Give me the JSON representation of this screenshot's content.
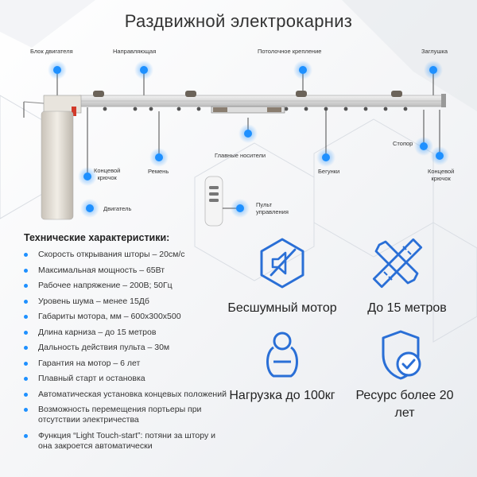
{
  "title": "Раздвижной электрокарниз",
  "labels": {
    "motor_block": "Блок двигателя",
    "rail": "Направляющая",
    "ceiling_mount": "Потолочное крепление",
    "end_cap": "Заглушка",
    "end_hook_left": "Концевой\nкрючок",
    "belt": "Ремень",
    "main_carriers": "Главные носители",
    "runners": "Бегунки",
    "stopper": "Стопор",
    "end_hook_right": "Концевой\nкрючок",
    "motor": "Двигатель",
    "remote": "Пульт\nуправления"
  },
  "specs_title": "Технические характеристики:",
  "specs": [
    "Скорость открывания шторы – 20см/с",
    "Максимальная мощность – 65Вт",
    "Рабочее напряжение – 200В; 50Гц",
    "Уровень шума – менее 15Дб",
    "Габариты мотора, мм – 600х300х500",
    "Длина карниза – до 15 метров",
    "Дальность действия пульта – 30м",
    "Гарантия на мотор – 6 лет",
    "Плавный старт и остановка",
    "Автоматическая установка концевых положений",
    "Возможность перемещения портьеры при отсутствии электричества",
    "Функция “Light Touch-start”: потяни за штору и она закроется автоматически"
  ],
  "features": {
    "silent": "Бесшумный мотор",
    "length": "До 15 метров",
    "load": "Нагрузка до 100кг",
    "resource": "Ресурс более 20 лет"
  },
  "colors": {
    "accent": "#1e90ff",
    "icon": "#2a6fd6"
  },
  "icons": [
    "mute-speaker-icon",
    "ruler-pencil-icon",
    "weight-icon",
    "shield-check-icon"
  ]
}
